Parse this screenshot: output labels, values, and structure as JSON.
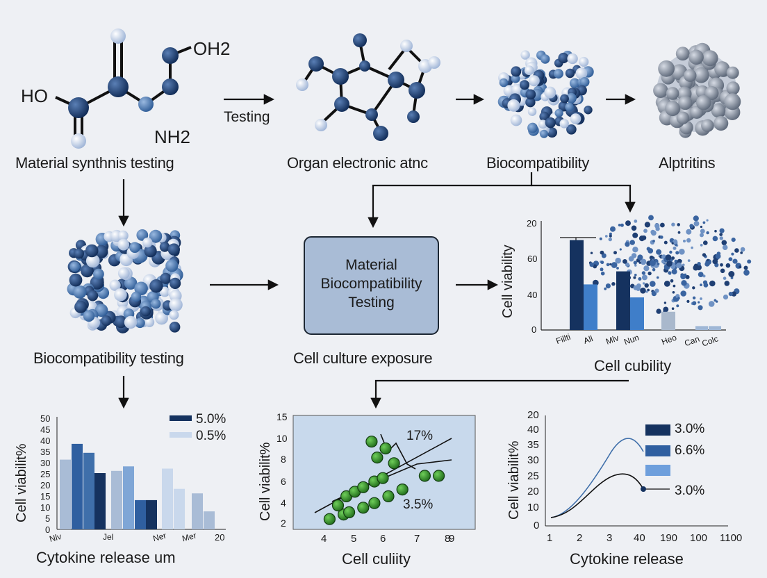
{
  "labels": {
    "ho": "HO",
    "oh2": "OH2",
    "nh2": "NH2",
    "testing": "Testing",
    "material_synthesis": "Material synthnis testing",
    "organ_electronic": "Organ electronic atnc",
    "biocompatibility": "Biocompatibility",
    "alptritins": "Alptritins",
    "biocompat_testing": "Biocompatibility testing",
    "center_box": [
      "Material",
      "Biocompatibility",
      "Testing"
    ],
    "cell_culture": "Cell culture exposure"
  },
  "colors": {
    "navy": "#15325f",
    "mid": "#3f6faa",
    "light": "#9fbde0",
    "pale": "#c9d8ec",
    "box": "#a9bcd6",
    "green": "#2d8c2a"
  },
  "chart_data": [
    {
      "id": "cell-viability-bars",
      "type": "bar",
      "xlabel": "Cell cubility",
      "ylabel": "Cell viability",
      "ylim": [
        0,
        80
      ],
      "yticks": [
        "0",
        "40",
        "60",
        "20"
      ],
      "categories": [
        "Fillti",
        "All",
        "Mlv",
        "Nun",
        "Heo",
        "Can",
        "Colc"
      ],
      "values": [
        69,
        35,
        45,
        25,
        14,
        3,
        3
      ]
    },
    {
      "id": "cytokine-bars",
      "type": "bar",
      "xlabel": "Cytokine release um",
      "ylabel": "Cell viabilit%",
      "ylim": [
        0,
        50
      ],
      "yticks": [
        "0",
        "5",
        "10",
        "15",
        "20",
        "25",
        "30",
        "35",
        "40",
        "45",
        "50"
      ],
      "xticks": [
        "Nlv",
        "Jel",
        "Ner",
        "Mer",
        "20"
      ],
      "legend": [
        "5.0%",
        "0.5%"
      ],
      "values": [
        31,
        38,
        34,
        25,
        26,
        28,
        13,
        13,
        27,
        18,
        16,
        8
      ]
    },
    {
      "id": "scatter",
      "type": "scatter",
      "xlabel": "Cell culiity",
      "ylabel": "Cell viabilit%",
      "xlim": [
        3,
        9.5
      ],
      "xticks": [
        "4",
        "5",
        "6",
        "7",
        "8",
        "9"
      ],
      "yticks": [
        "2",
        "4",
        "6",
        "8",
        "10",
        "15"
      ],
      "annotations": [
        "17%",
        "3.5%"
      ],
      "points": [
        [
          4.3,
          2
        ],
        [
          4.8,
          2.4
        ],
        [
          5,
          2.6
        ],
        [
          5.5,
          3
        ],
        [
          5.9,
          3.4
        ],
        [
          6.4,
          4
        ],
        [
          6.9,
          4.6
        ],
        [
          7.7,
          5.8
        ],
        [
          8.2,
          5.8
        ],
        [
          4.6,
          3.2
        ],
        [
          4.9,
          4
        ],
        [
          5.2,
          4.4
        ],
        [
          5.5,
          4.8
        ],
        [
          5.9,
          5.3
        ],
        [
          6.2,
          5.6
        ],
        [
          5.8,
          8.8
        ],
        [
          6.3,
          8.2
        ],
        [
          6,
          7.4
        ],
        [
          6.6,
          6.9
        ]
      ]
    },
    {
      "id": "cytokine-lines",
      "type": "line",
      "xlabel": "Cytokine release",
      "ylabel": "Cell viabilit%",
      "yticks": [
        "0",
        "10",
        "20",
        "25",
        "30",
        "35",
        "40",
        "20"
      ],
      "xticks": [
        "1",
        "2",
        "3",
        "40",
        "190",
        "100",
        "1100"
      ],
      "legend": [
        "3.0%",
        "6.6%",
        "3.0%"
      ]
    }
  ]
}
